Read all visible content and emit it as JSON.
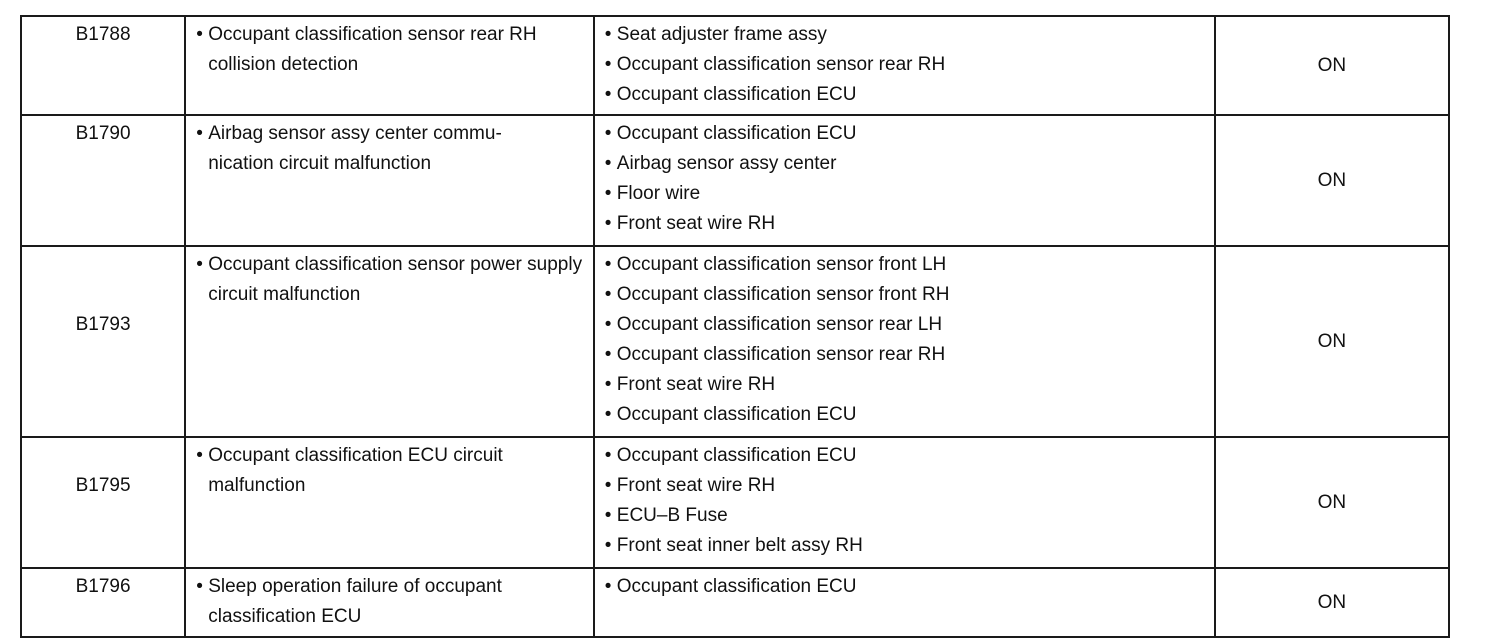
{
  "rows": [
    {
      "code": "B1788",
      "detection": "Occupant classification sensor rear RH collision detection",
      "areas": [
        "Seat adjuster frame assy",
        "Occupant classification sensor rear RH",
        "Occupant classification ECU"
      ],
      "lamp": "ON"
    },
    {
      "code": "B1790",
      "detection": "Airbag sensor assy center communication circuit malfunction",
      "detection_display": "Airbag sensor assy center commu-\nnication circuit malfunction",
      "areas": [
        "Occupant classification ECU",
        "Airbag sensor assy center",
        "Floor wire",
        "Front seat wire RH"
      ],
      "lamp": "ON"
    },
    {
      "code": "B1793",
      "detection": "Occupant classification sensor power supply circuit malfunction",
      "areas": [
        "Occupant classification sensor front LH",
        "Occupant classification sensor front RH",
        "Occupant classification sensor rear LH",
        "Occupant classification sensor rear RH",
        "Front seat wire RH",
        "Occupant classification ECU"
      ],
      "lamp": "ON"
    },
    {
      "code": "B1795",
      "detection": "Occupant classification ECU circuit malfunction",
      "areas": [
        "Occupant classification ECU",
        "Front seat wire RH",
        "ECU–B Fuse",
        "Front seat inner belt assy RH"
      ],
      "lamp": "ON"
    },
    {
      "code": "B1796",
      "detection": "Sleep operation failure of occupant classification ECU",
      "areas": [
        "Occupant classification ECU"
      ],
      "lamp": "ON"
    }
  ]
}
